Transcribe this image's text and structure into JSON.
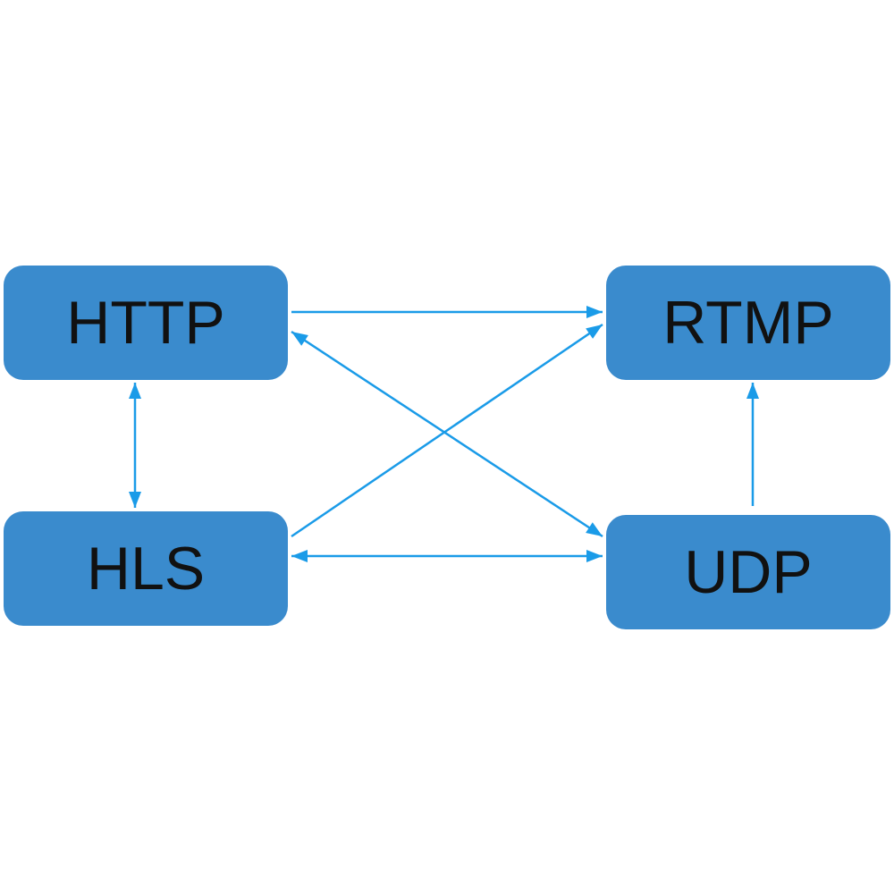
{
  "diagram": {
    "node_color": "#3a8bcd",
    "edge_color": "#1a9be8",
    "nodes": [
      {
        "id": "http",
        "label": "HTTP"
      },
      {
        "id": "rtmp",
        "label": "RTMP"
      },
      {
        "id": "hls",
        "label": "HLS"
      },
      {
        "id": "udp",
        "label": "UDP"
      }
    ],
    "edges": [
      {
        "from": "http",
        "to": "rtmp",
        "direction": "forward"
      },
      {
        "from": "udp",
        "to": "rtmp",
        "direction": "forward"
      },
      {
        "from": "hls",
        "to": "rtmp",
        "direction": "forward"
      },
      {
        "from": "http",
        "to": "hls",
        "direction": "both"
      },
      {
        "from": "hls",
        "to": "udp",
        "direction": "both"
      },
      {
        "from": "http",
        "to": "udp",
        "direction": "both"
      }
    ]
  }
}
